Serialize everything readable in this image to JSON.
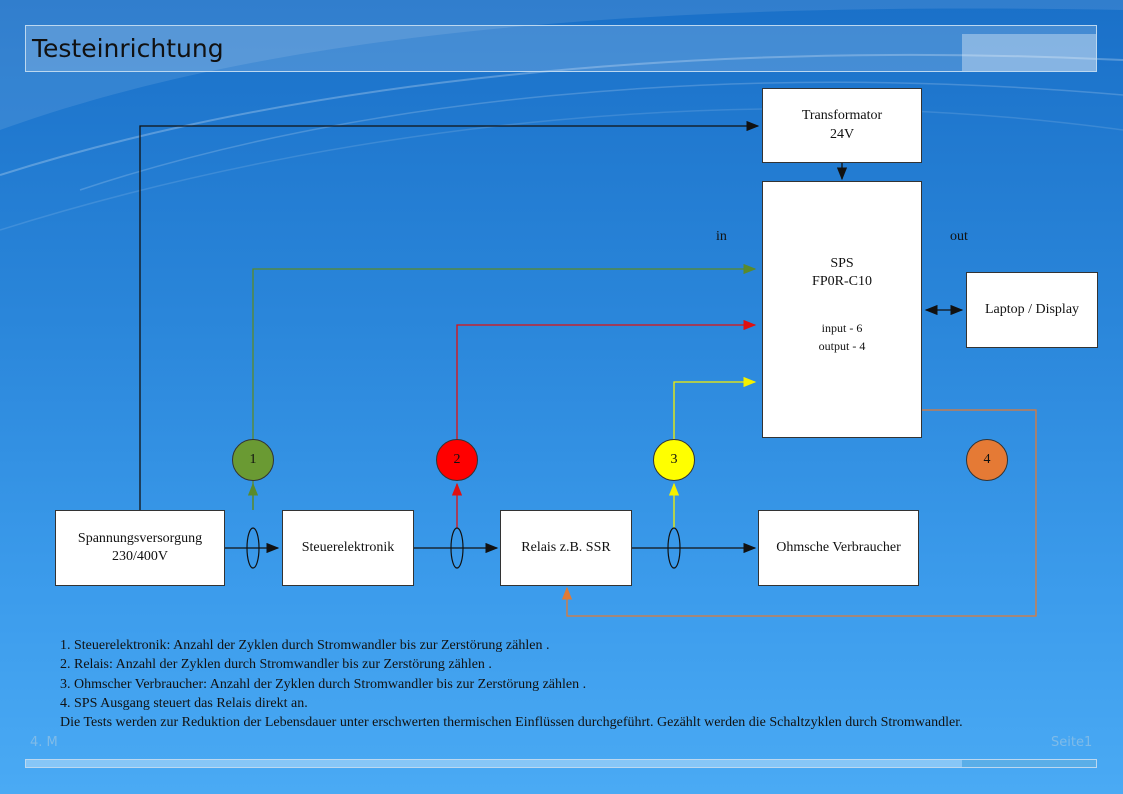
{
  "slide": {
    "title": "Testeinrichtung",
    "footer_left": "4. M",
    "footer_right": "Seite1"
  },
  "diagram": {
    "transformator": {
      "label": "Transformator\n24V"
    },
    "sps": {
      "title": "SPS\nFP0R-C10",
      "io_in": "input -  6",
      "io_out": "output - 4",
      "port_in": "in",
      "port_out": "out"
    },
    "laptop": {
      "label": "Laptop / Display"
    },
    "spannung": {
      "label": "Spannungsversorgung\n230/400V"
    },
    "steuer": {
      "label": "Steuerelektronik"
    },
    "relais": {
      "label": "Relais z.B. SSR"
    },
    "ohm": {
      "label": "Ohmsche Verbraucher"
    },
    "markers": [
      {
        "n": "1",
        "color": "#6a9a33"
      },
      {
        "n": "2",
        "color": "#ff0000"
      },
      {
        "n": "3",
        "color": "#ffff00"
      },
      {
        "n": "4",
        "color": "#e57a35"
      }
    ],
    "line_colors": {
      "black": "#111111",
      "green": "#5a8a2a",
      "red": "#e01010",
      "yellow": "#f5f000",
      "orange": "#e07a35"
    }
  },
  "notes": [
    "1. Steuerelektronik: Anzahl der Zyklen durch Stromwandler bis zur Zerstörung zählen .",
    "2. Relais: Anzahl der Zyklen durch Stromwandler bis zur Zerstörung zählen .",
    "3. Ohmscher Verbraucher:  Anzahl der Zyklen durch Stromwandler bis zur Zerstörung zählen .",
    "4. SPS Ausgang steuert das Relais direkt an.",
    "Die Tests werden zur Reduktion der Lebensdauer unter erschwerten thermischen Einflüssen durchgeführt. Gezählt werden die Schaltzyklen durch Stromwandler."
  ]
}
